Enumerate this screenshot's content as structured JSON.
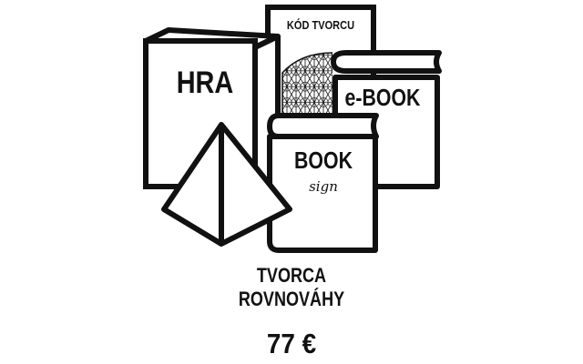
{
  "illustration": {
    "game_box_label": "HRA",
    "code_book_label": "KÓD TVORCU",
    "ebook_label": "e-BOOK",
    "book_label": "BOOK",
    "book_sub_label": "sign"
  },
  "product": {
    "title_line1": "TVORCA",
    "title_line2": "ROVNOVÁHY",
    "price": "77 €"
  },
  "colors": {
    "ink": "#111111",
    "background": "#ffffff"
  }
}
